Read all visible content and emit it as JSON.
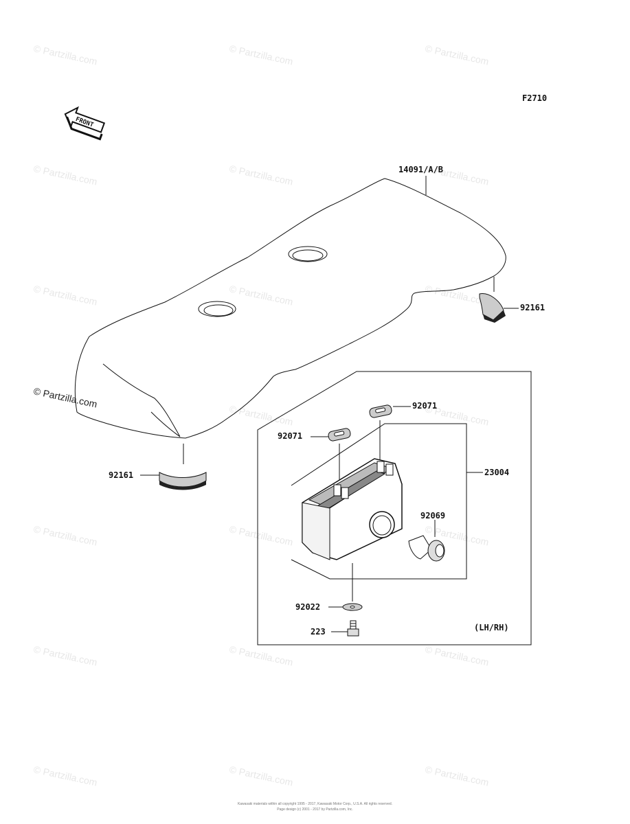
{
  "figure_code": "F2710",
  "front_label": "FRONT",
  "parts": {
    "seat": "14091/A/B",
    "stopper_right": "92161",
    "stopper_left": "92161",
    "grommet_upper": "92071",
    "grommet_lower": "92071",
    "lamp_assy": "23004",
    "bulb": "92069",
    "washer": "92022",
    "screw": "223"
  },
  "variant_note": "(LH/RH)",
  "watermark": {
    "text": "© Partzilla.com"
  },
  "copyright": {
    "line1": "Kawasaki materials within all copyright 1995 - 2017, Kawasaki Motor Corp., U.S.A. All rights reserved.",
    "line2": "Page design (c) 2001 - 2017 by Partzilla.com, Inc."
  }
}
